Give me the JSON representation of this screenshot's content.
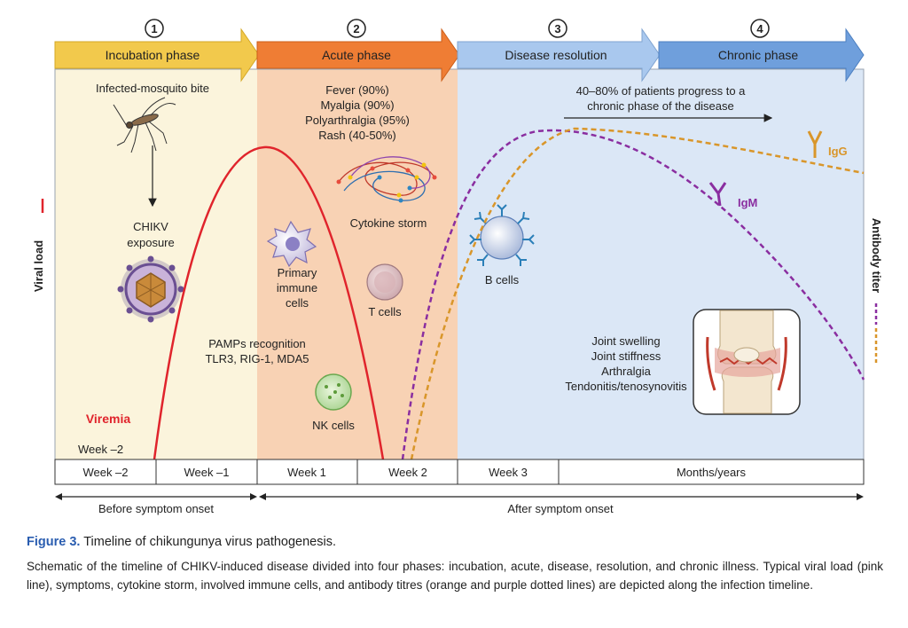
{
  "phases": [
    {
      "num": "1",
      "label": "Incubation phase",
      "color": "#f2c94c",
      "bg": "#fbf4dc"
    },
    {
      "num": "2",
      "label": "Acute phase",
      "color": "#ef7d34",
      "bg": "#f8d2b4"
    },
    {
      "num": "3",
      "label": "Disease resolution",
      "color": "#a9c8ee",
      "bg": "#dbe7f6"
    },
    {
      "num": "4",
      "label": "Chronic phase",
      "color": "#6f9fdc",
      "bg": "#dbe7f6"
    }
  ],
  "incubation": {
    "mosquito_label": "Infected-mosquito bite",
    "exposure_line1": "CHIKV",
    "exposure_line2": "exposure",
    "viremia": "Viremia",
    "week_marker": "Week –2"
  },
  "acute": {
    "symptoms": [
      "Fever (90%)",
      "Myalgia (90%)",
      "Polyarthralgia (95%)",
      "Rash (40-50%)"
    ],
    "cytokine": "Cytokine storm",
    "primary_cells": [
      "Primary",
      "immune",
      "cells"
    ],
    "t_cells": "T cells",
    "pamps_line1": "PAMPs recognition",
    "pamps_line2": "TLR3, RIG-1, MDA5",
    "nk_cells": "NK cells"
  },
  "resolution": {
    "b_cells": "B cells",
    "chronic_note1": "40–80% of patients progress to a",
    "chronic_note2": "chronic phase of the disease"
  },
  "chronic": {
    "igg": "IgG",
    "igm": "IgM",
    "joint_symptoms": [
      "Joint swelling",
      "Joint stiffness",
      "Arthralgia",
      "Tendonitis/tenosynovitis"
    ]
  },
  "axes": {
    "left": "Viral load",
    "right": "Antibody titer"
  },
  "timeline": [
    "Week –2",
    "Week –1",
    "Week 1",
    "Week 2",
    "Week 3",
    "Months/years"
  ],
  "onset": {
    "before": "Before symptom onset",
    "after": "After symptom onset"
  },
  "curve_colors": {
    "viral": "#e0242c",
    "igm": "#8a2ea0",
    "igg": "#d9962a"
  },
  "caption": {
    "figure_no": "Figure 3.",
    "title": " Timeline of chikungunya virus pathogenesis.",
    "body": "Schematic of the timeline of CHIKV-induced disease divided into four phases: incubation, acute, disease, resolution, and chronic illness. Typical viral load (pink line), symptoms, cytokine storm, involved immune cells, and antibody titres (orange and purple dotted lines) are depicted along the infection timeline."
  }
}
